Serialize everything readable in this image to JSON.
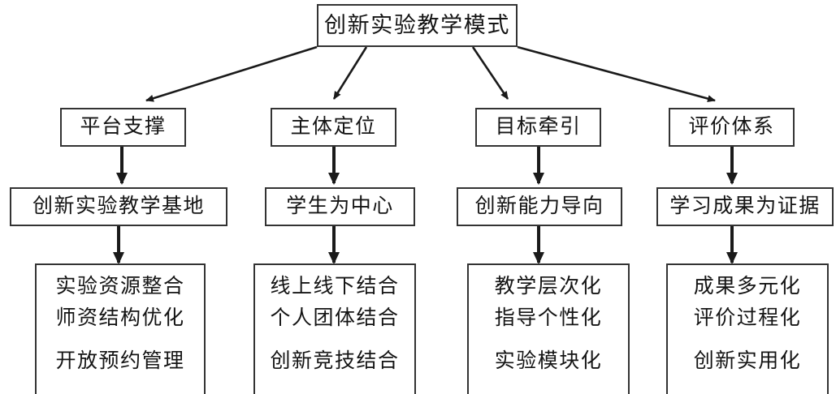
{
  "diagram": {
    "type": "hierarchy-flowchart",
    "root": {
      "label": "创新实验教学模式"
    },
    "branches": [
      {
        "level2": "平台支撑",
        "level3": "创新实验教学基地",
        "level4": [
          "实验资源整合",
          "师资结构优化",
          "开放预约管理"
        ]
      },
      {
        "level2": "主体定位",
        "level3": "学生为中心",
        "level4": [
          "线上线下结合",
          "个人团体结合",
          "创新竞技结合"
        ]
      },
      {
        "level2": "目标牵引",
        "level3": "创新能力导向",
        "level4": [
          "教学层次化",
          "指导个性化",
          "实验模块化"
        ]
      },
      {
        "level2": "评价体系",
        "level3": "学习成果为证据",
        "level4": [
          "成果多元化",
          "评价过程化",
          "创新实用化"
        ]
      }
    ],
    "style": {
      "box_border_color": "#333333",
      "text_color": "#141414",
      "arrow_color": "#1a1a1a",
      "background": "#ffffff"
    }
  }
}
